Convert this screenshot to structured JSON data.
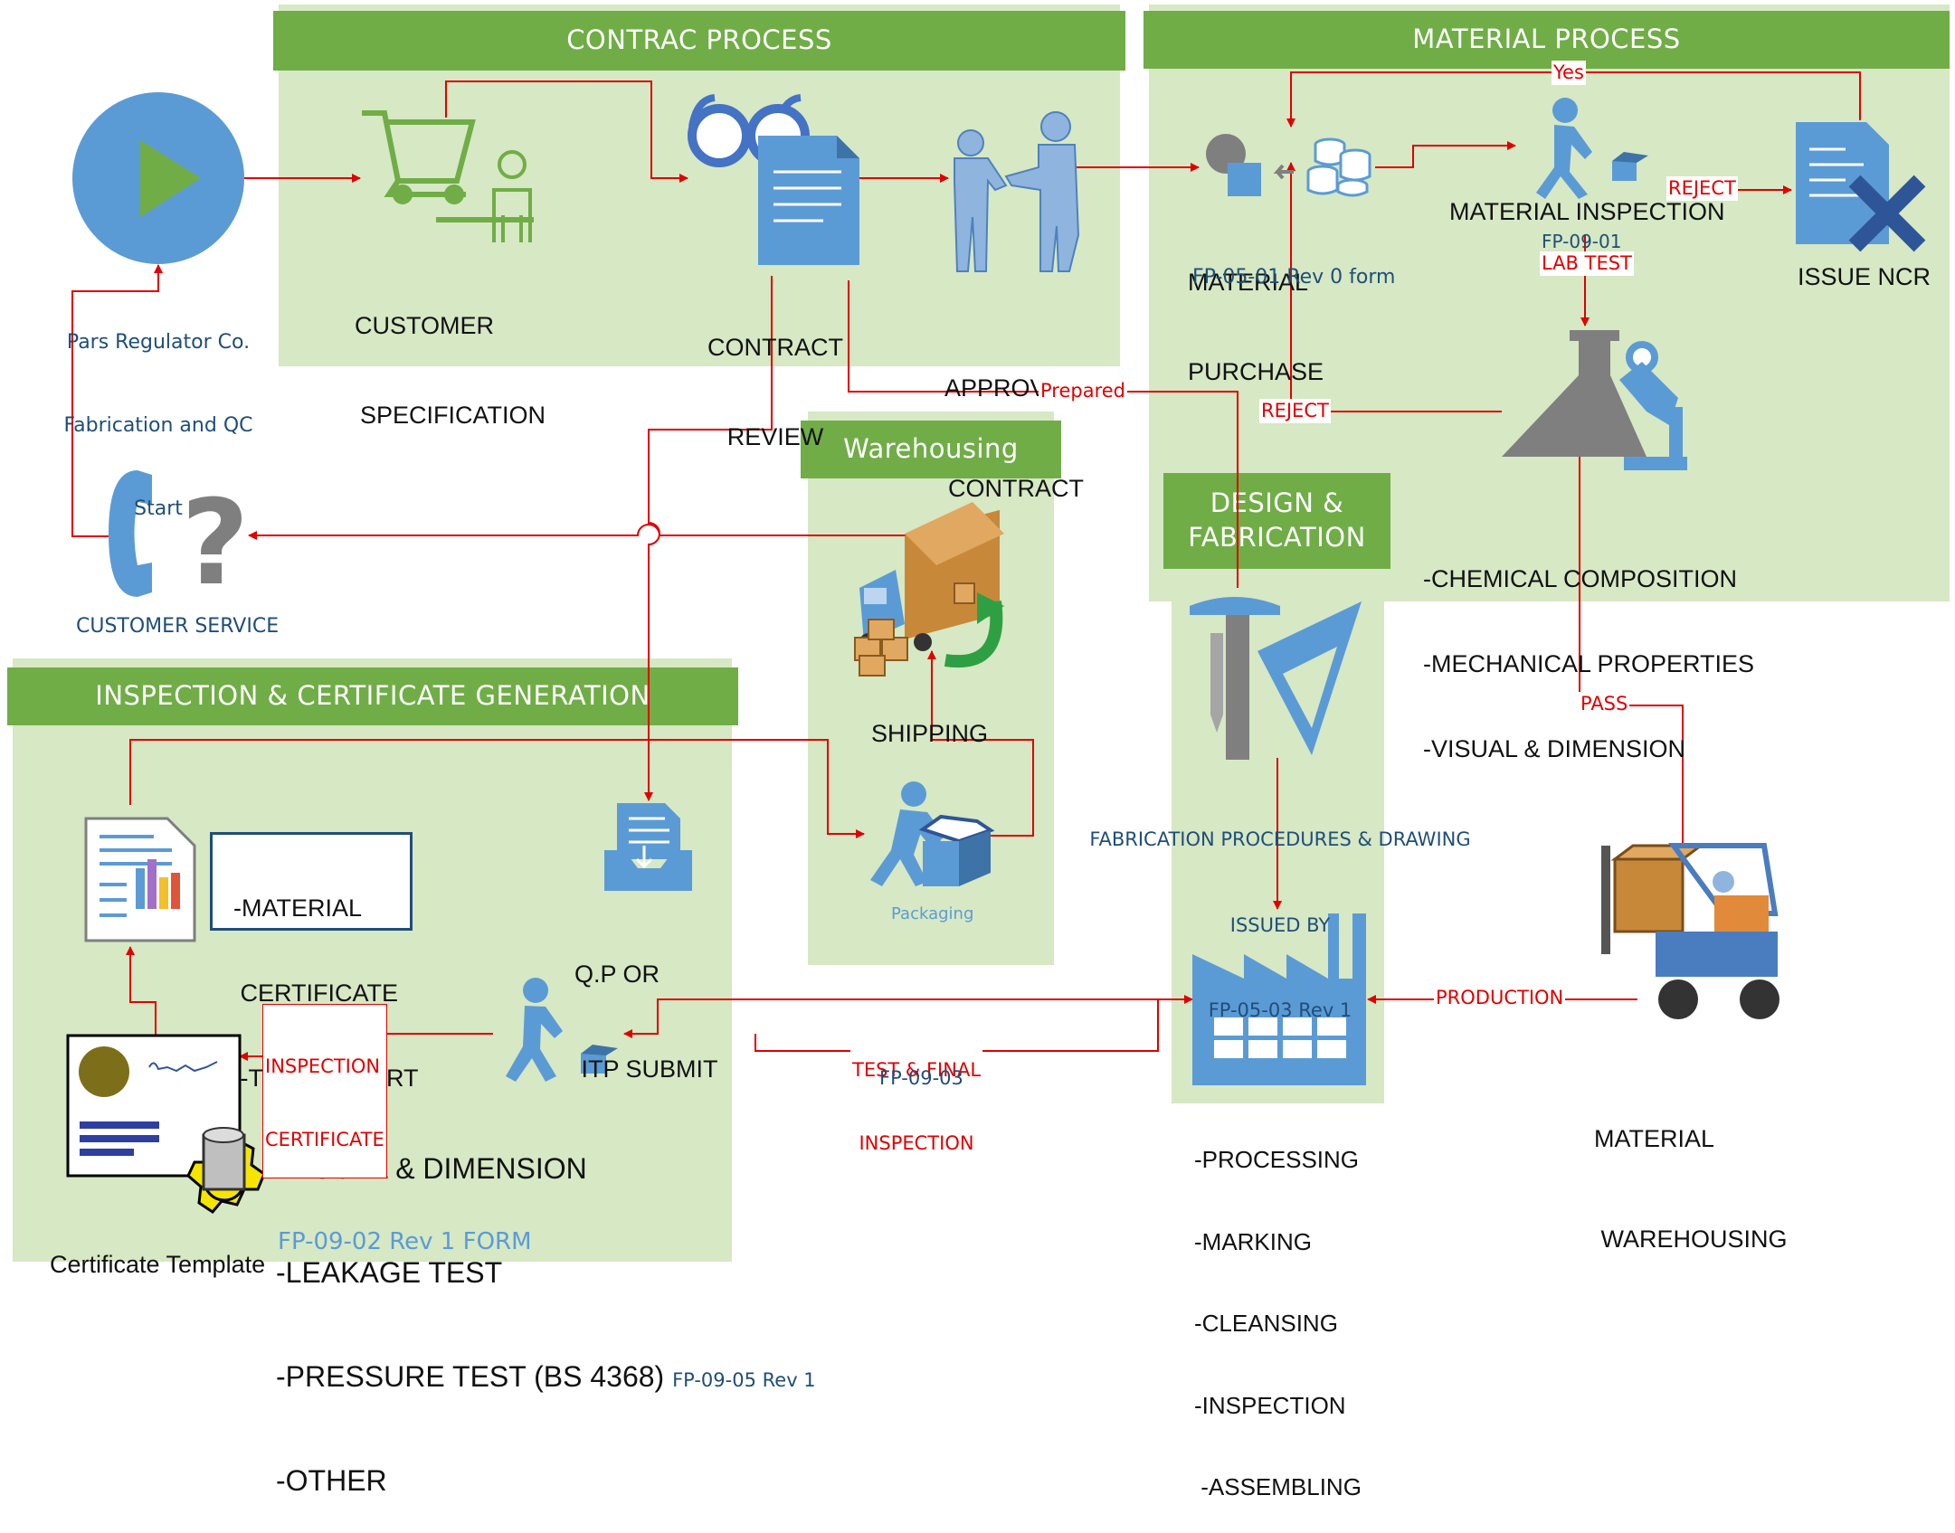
{
  "sections": {
    "contract": "CONTRAC PROCESS",
    "material": "MATERIAL PROCESS",
    "warehousing": "Warehousing",
    "design_l1": "DESIGN &",
    "design_l2": "FABRICATION",
    "inspection": "INSPECTION & CERTIFICATE GENERATION"
  },
  "start": {
    "l1": "Pars Regulator Co.",
    "l2": "Fabrication and QC",
    "l3": "Start"
  },
  "nodes": {
    "customer_spec_l1": "CUSTOMER",
    "customer_spec_l2": "SPECIFICATION",
    "contract_review_l1": "CONTRACT",
    "contract_review_l2": "REVIEW",
    "approval_l1": "APPROVAL",
    "approval_l2": "CONTRACT",
    "material_purchase_l1": "MATERIAL",
    "material_purchase_l2": "PURCHASE",
    "material_purchase_form": "FP-05-01 Rev 0 form",
    "material_inspection": "MATERIAL INSPECTION",
    "material_inspection_form": "FP-09-01",
    "issue_ncr": "ISSUE NCR",
    "lab_l1": "-CHEMICAL COMPOSITION",
    "lab_l2": "-MECHANICAL PROPERTIES",
    "lab_l3": "-VISUAL & DIMENSION",
    "customer_service": "CUSTOMER SERVICE",
    "shipping": "SHIPPING",
    "packaging": "Packaging",
    "fab_proc_l1": "FABRICATION PROCEDURES & DRAWING",
    "fab_proc_l2": "ISSUED BY",
    "fab_proc_l3": "FP-05-03 Rev 1",
    "processing_l1": "-PROCESSING",
    "processing_l2": "-MARKING",
    "processing_l3": "-CLEANSING",
    "processing_l4": "-INSPECTION",
    "processing_l5": " -ASSEMBLING",
    "mat_wh_l1": "MATERIAL",
    "mat_wh_l2": " WAREHOUSING",
    "cert_l1": "-MATERIAL",
    "cert_l2": " CERTIFICATE",
    "cert_l3": " -TEST REPORT",
    "qp_l1": "Q.P OR",
    "qp_l2": " ITP SUBMIT",
    "tests_l1": "-VISUAL & DIMENSION",
    "tests_l2": "-LEAKAGE TEST",
    "tests_l3": "-PRESSURE TEST (BS 4368)",
    "tests_l3_form": "FP-09-05 Rev 1",
    "tests_l4": "-OTHER",
    "tests_form": "FP-09-02 Rev 1 FORM",
    "cert_template": "Certificate Template",
    "test_final_form": "FP-09-03"
  },
  "labels": {
    "yes": "Yes",
    "reject_ncr": "REJECT",
    "lab_test": "LAB TEST",
    "reject_lab": "REJECT",
    "prepared": "Prepared",
    "pass": "PASS",
    "production": "PRODUCTION",
    "test_final_l1": "TEST & FINAL",
    "test_final_l2": "INSPECTION",
    "insp_cert_l1": "INSPECTION",
    "insp_cert_l2": "CERTIFICATE"
  },
  "colors": {
    "panel": "#d6e8c4",
    "band": "#70ad47",
    "connector": "#e00000",
    "icon_blue": "#5b9bd5",
    "icon_gray": "#7f7f7f"
  }
}
